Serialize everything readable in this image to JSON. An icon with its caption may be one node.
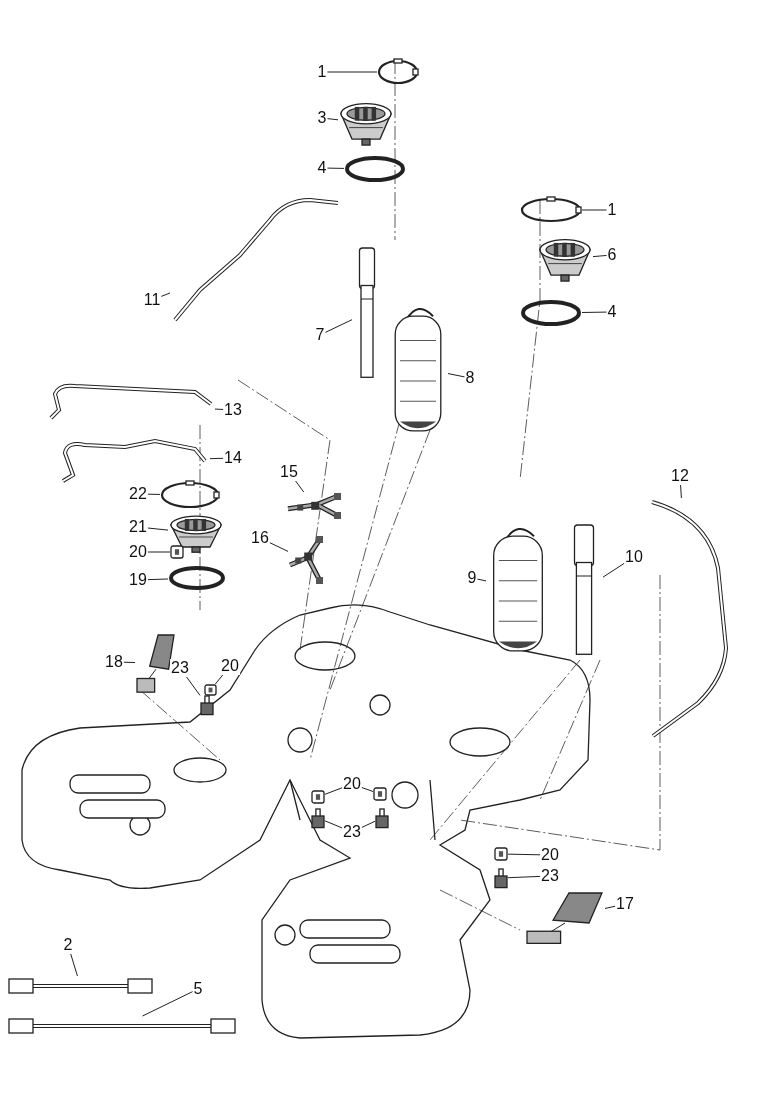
{
  "diagram": {
    "nodes": [
      {
        "text": [
          "1"
        ]
      },
      {
        "text": [],
        "shape": "circle"
      },
      {
        "text": [
          "3"
        ]
      },
      {
        "text": [],
        "shape": "picture"
      },
      {
        "text": [
          "4"
        ]
      },
      {
        "text": [],
        "shape": "circle"
      },
      {
        "text": [
          "11"
        ]
      },
      {
        "text": [],
        "shape": "picture"
      },
      {
        "text": [
          "1"
        ]
      },
      {
        "text": [],
        "shape": "circle"
      },
      {
        "text": [
          "6"
        ]
      },
      {
        "text": [],
        "shape": "picture"
      },
      {
        "text": [
          "4"
        ]
      },
      {
        "text": [],
        "shape": "circle"
      },
      {
        "text": [
          "7"
        ]
      },
      {
        "text": [],
        "shape": "picture"
      },
      {
        "text": [
          "8"
        ]
      },
      {
        "text": [],
        "shape": "picture"
      },
      {
        "text": [
          "13"
        ]
      },
      {
        "text": [],
        "shape": "picture"
      },
      {
        "text": [
          "14"
        ]
      },
      {
        "text": [],
        "shape": "picture"
      },
      {
        "text": [
          "15"
        ]
      },
      {
        "text": [],
        "shape": "picture"
      },
      {
        "text": [
          "16"
        ]
      },
      {
        "text": [],
        "shape": "picture"
      },
      {
        "text": [
          "22"
        ]
      },
      {
        "text": [],
        "shape": "circle"
      },
      {
        "text": [
          "21"
        ]
      },
      {
        "text": [],
        "shape": "picture"
      },
      {
        "text": [
          "20"
        ]
      },
      {
        "text": [],
        "shape": "box"
      },
      {
        "text": [
          "19"
        ]
      },
      {
        "text": [],
        "shape": "circle"
      },
      {
        "text": [
          "18"
        ]
      },
      {
        "text": [],
        "shape": "picture"
      },
      {
        "text": [
          "23"
        ]
      },
      {
        "text": [],
        "shape": "box"
      },
      {
        "text": [
          "20"
        ]
      },
      {
        "text": [],
        "shape": "box"
      },
      {
        "text": [
          "12"
        ]
      },
      {
        "text": [],
        "shape": "picture"
      },
      {
        "text": [
          "9"
        ]
      },
      {
        "text": [],
        "shape": "picture"
      },
      {
        "text": [
          "10"
        ]
      },
      {
        "text": [],
        "shape": "picture"
      },
      {
        "text": [
          "20"
        ]
      },
      {
        "text": [],
        "shape": "box"
      },
      {
        "text": [],
        "shape": "box"
      },
      {
        "text": [
          "23"
        ]
      },
      {
        "text": [],
        "shape": "box"
      },
      {
        "text": [],
        "shape": "box"
      },
      {
        "text": [
          "20"
        ]
      },
      {
        "text": [],
        "shape": "box"
      },
      {
        "text": [
          "23"
        ]
      },
      {
        "text": [],
        "shape": "box"
      },
      {
        "text": [
          "17"
        ]
      },
      {
        "text": [],
        "shape": "picture"
      },
      {
        "text": [
          "2"
        ]
      },
      {
        "text": [],
        "shape": "picture"
      },
      {
        "text": [
          "5"
        ]
      },
      {
        "text": [],
        "shape": "picture"
      }
    ],
    "edges": [
      {
        "from": 0,
        "to": 1,
        "arrow": "none"
      },
      {
        "from": 2,
        "to": 3,
        "arrow": "none"
      },
      {
        "from": 4,
        "to": 5,
        "arrow": "none"
      },
      {
        "from": 6,
        "to": 7,
        "arrow": "none"
      },
      {
        "from": 8,
        "to": 9,
        "arrow": "none"
      },
      {
        "from": 10,
        "to": 11,
        "arrow": "none"
      },
      {
        "from": 12,
        "to": 13,
        "arrow": "none"
      },
      {
        "from": 14,
        "to": 15,
        "arrow": "none"
      },
      {
        "from": 16,
        "to": 17,
        "arrow": "none"
      },
      {
        "from": 18,
        "to": 19,
        "arrow": "none"
      },
      {
        "from": 20,
        "to": 21,
        "arrow": "none"
      },
      {
        "from": 22,
        "to": 23,
        "arrow": "none"
      },
      {
        "from": 24,
        "to": 25,
        "arrow": "none"
      },
      {
        "from": 26,
        "to": 27,
        "arrow": "none"
      },
      {
        "from": 28,
        "to": 29,
        "arrow": "none"
      },
      {
        "from": 30,
        "to": 31,
        "arrow": "none"
      },
      {
        "from": 32,
        "to": 33,
        "arrow": "none"
      },
      {
        "from": 34,
        "to": 35,
        "arrow": "none"
      },
      {
        "from": 36,
        "to": 37,
        "arrow": "none"
      },
      {
        "from": 38,
        "to": 39,
        "arrow": "none"
      },
      {
        "from": 40,
        "to": 41,
        "arrow": "none"
      },
      {
        "from": 42,
        "to": 43,
        "arrow": "none"
      },
      {
        "from": 44,
        "to": 45,
        "arrow": "none"
      },
      {
        "from": 46,
        "to": 47,
        "arrow": "none"
      },
      {
        "from": 46,
        "to": 48,
        "arrow": "none"
      },
      {
        "from": 49,
        "to": 50,
        "arrow": "none"
      },
      {
        "from": 49,
        "to": 51,
        "arrow": "none"
      },
      {
        "from": 52,
        "to": 53,
        "arrow": "none"
      },
      {
        "from": 54,
        "to": 55,
        "arrow": "none"
      },
      {
        "from": 56,
        "to": 57,
        "arrow": "none"
      },
      {
        "from": 58,
        "to": 59,
        "arrow": "none"
      },
      {
        "from": 60,
        "to": 61,
        "arrow": "none"
      }
    ]
  }
}
